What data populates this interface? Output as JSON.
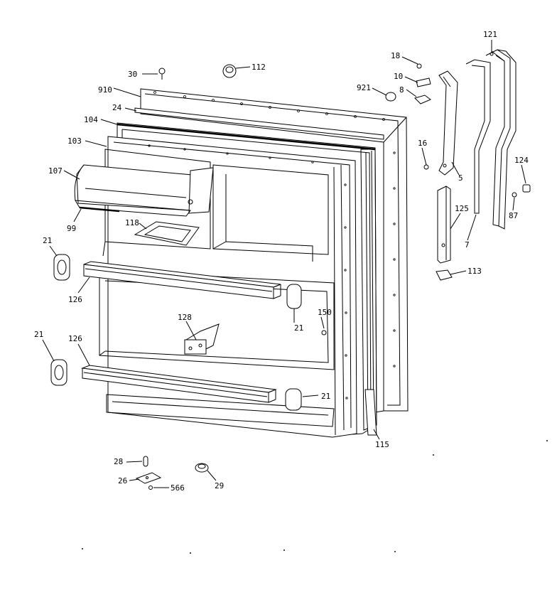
{
  "diagram": {
    "part_labels": [
      {
        "id": "p30",
        "text": "30"
      },
      {
        "id": "p112",
        "text": "112"
      },
      {
        "id": "p910",
        "text": "910"
      },
      {
        "id": "p24",
        "text": "24"
      },
      {
        "id": "p104",
        "text": "104"
      },
      {
        "id": "p103",
        "text": "103"
      },
      {
        "id": "p107",
        "text": "107"
      },
      {
        "id": "p99",
        "text": "99"
      },
      {
        "id": "p118",
        "text": "118"
      },
      {
        "id": "p21a",
        "text": "21"
      },
      {
        "id": "p126a",
        "text": "126"
      },
      {
        "id": "p21b",
        "text": "21"
      },
      {
        "id": "p126b",
        "text": "126"
      },
      {
        "id": "p128",
        "text": "128"
      },
      {
        "id": "p21c",
        "text": "21"
      },
      {
        "id": "p150",
        "text": "150"
      },
      {
        "id": "p21d",
        "text": "21"
      },
      {
        "id": "p115",
        "text": "115"
      },
      {
        "id": "p18",
        "text": "18"
      },
      {
        "id": "p10",
        "text": "10"
      },
      {
        "id": "p921",
        "text": "921"
      },
      {
        "id": "p8",
        "text": "8"
      },
      {
        "id": "p16",
        "text": "16"
      },
      {
        "id": "p5",
        "text": "5"
      },
      {
        "id": "p121",
        "text": "121"
      },
      {
        "id": "p124",
        "text": "124"
      },
      {
        "id": "p125",
        "text": "125"
      },
      {
        "id": "p87",
        "text": "87"
      },
      {
        "id": "p7",
        "text": "7"
      },
      {
        "id": "p113",
        "text": "113"
      },
      {
        "id": "p28",
        "text": "28"
      },
      {
        "id": "p26",
        "text": "26"
      },
      {
        "id": "p566",
        "text": "566"
      },
      {
        "id": "p29",
        "text": "29"
      }
    ]
  }
}
